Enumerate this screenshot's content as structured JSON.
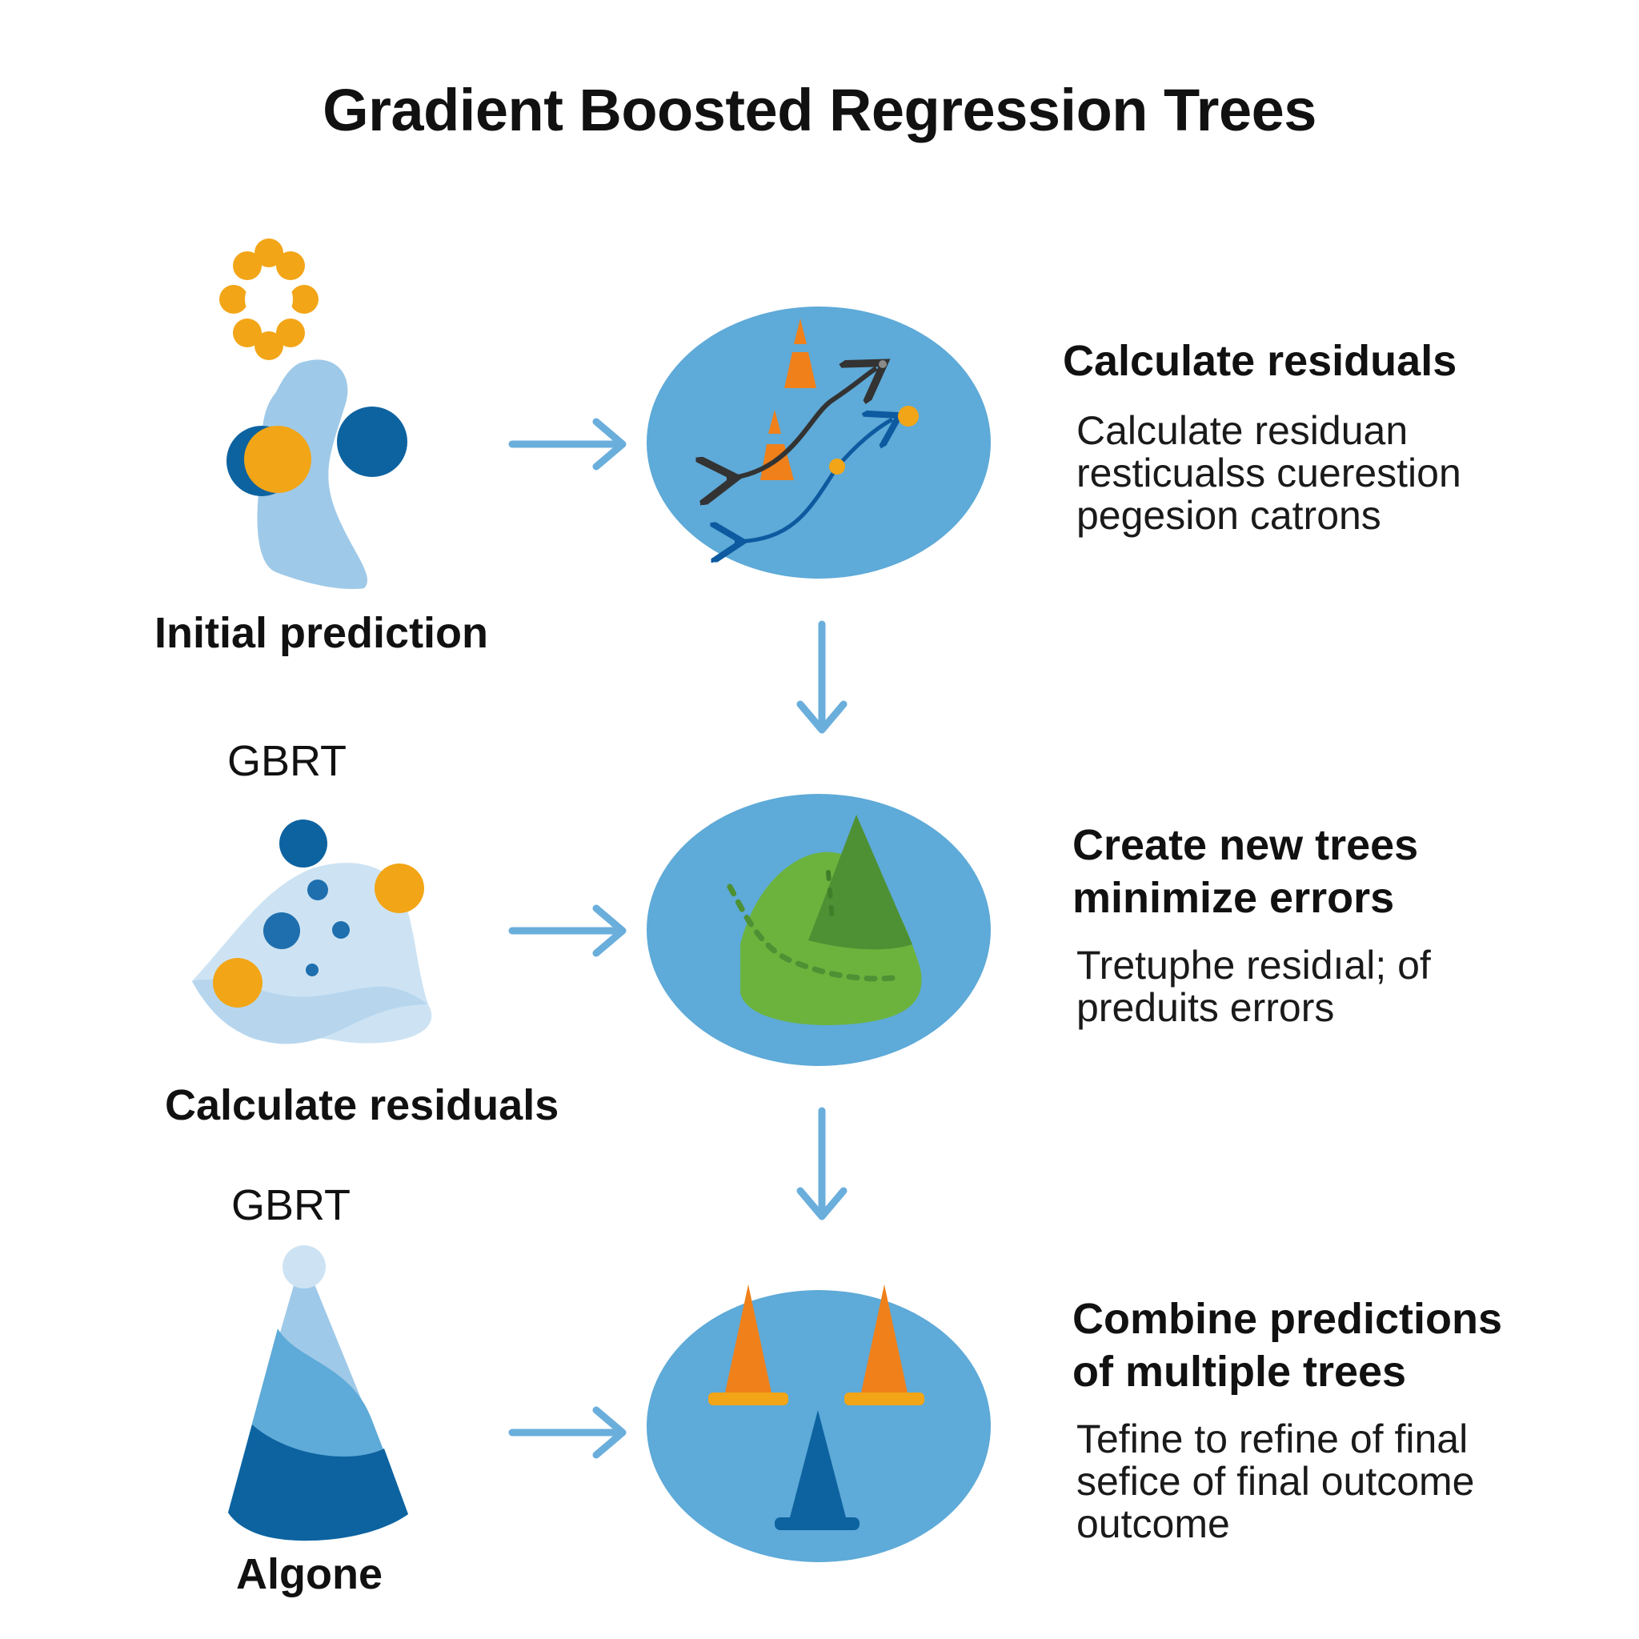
{
  "title": "Gradient Boosted Regression Trees",
  "left_column": {
    "label_1": "Initial prediction",
    "gbrt_1": "GBRT",
    "label_2": "Calculate residuals",
    "gbrt_2": "GBRT",
    "label_3": "Algone"
  },
  "steps": [
    {
      "heading": [
        "Calculate residuals"
      ],
      "body": [
        "Calculate residuan",
        "resticualss cuerestion",
        "pegesion catrons"
      ]
    },
    {
      "heading": [
        "Create new trees",
        "minimize errors"
      ],
      "body": [
        "Tretuphe residıal; of",
        "preduits errors"
      ]
    },
    {
      "heading": [
        "Combine predictions",
        "of multiple trees"
      ],
      "body": [
        "Tefine to refine of final",
        "sefice of final outcome",
        "outcome"
      ]
    }
  ],
  "colors": {
    "sky_blue": "#5eaad8",
    "light_blue": "#9fc9e8",
    "dark_blue": "#0d63a0",
    "orange": "#f2a516",
    "deep_orange": "#f0801a",
    "green": "#6cb33e",
    "dark_green": "#4e9134",
    "arrow_blue": "#6aaedc"
  }
}
